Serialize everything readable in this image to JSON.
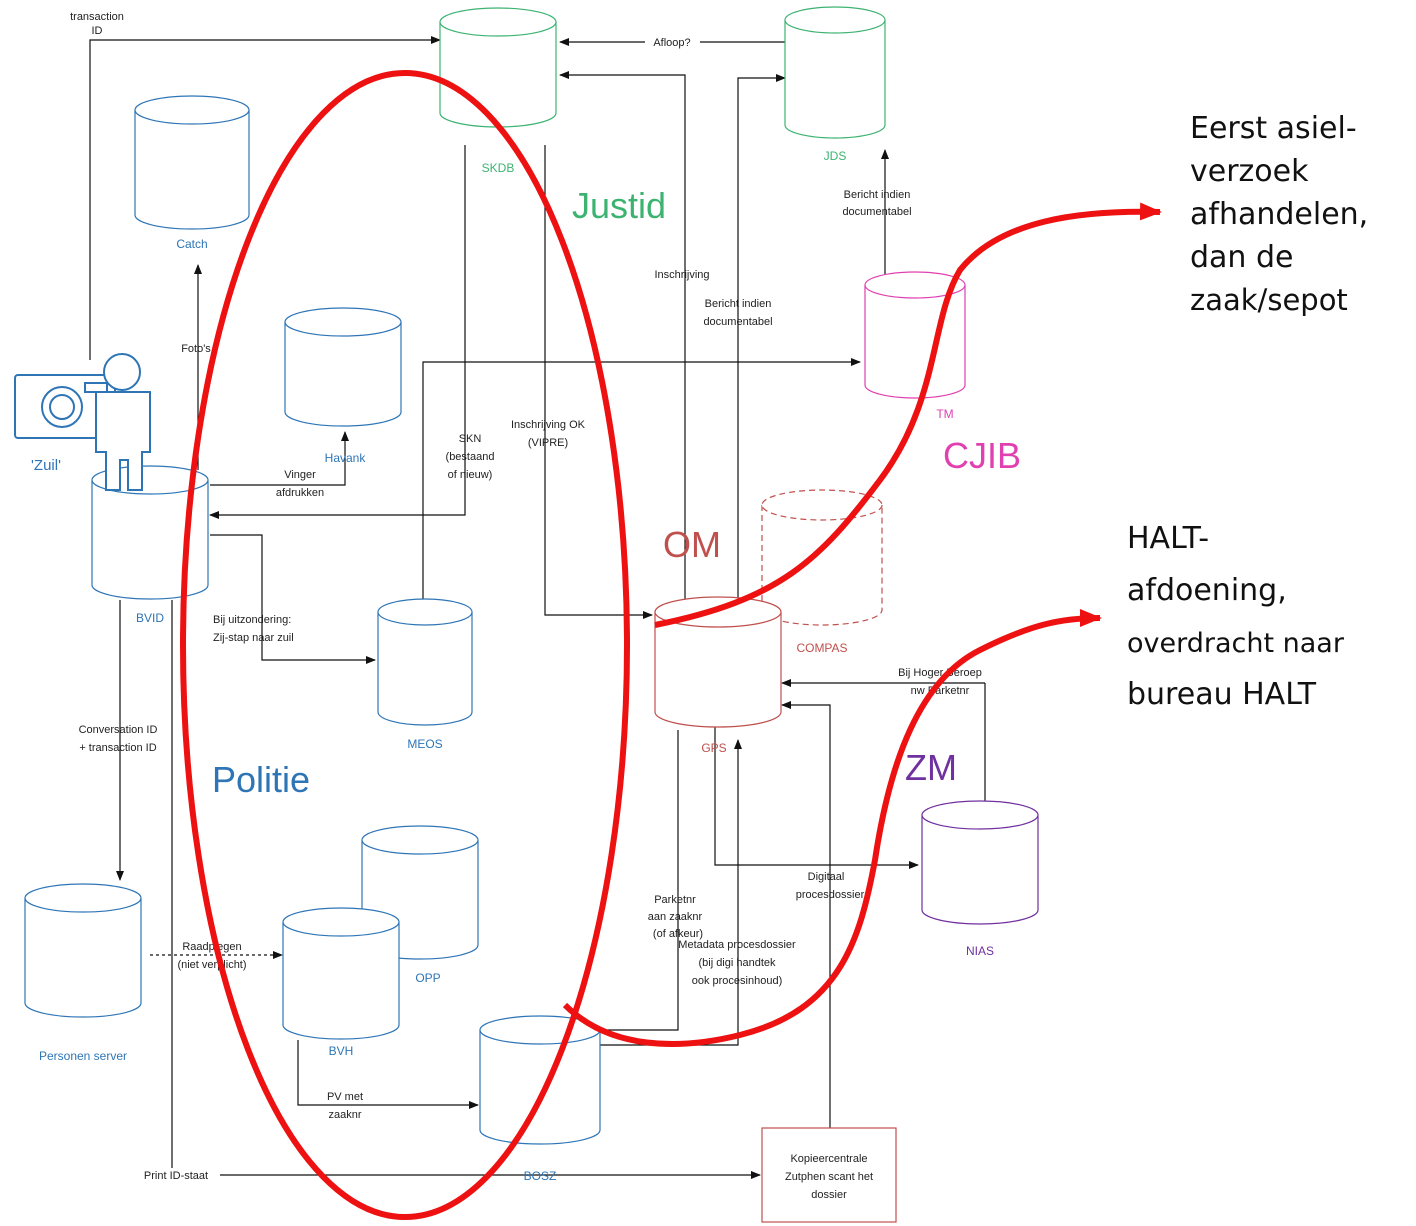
{
  "colors": {
    "politie": "#2e75b6",
    "justid": "#3cb371",
    "om": "#c0504d",
    "cjib": "#e040b0",
    "zm": "#7030a0",
    "annotation": "#ee1111",
    "arrow": "#111111"
  },
  "nodes": {
    "skdb": "SKDB",
    "jds": "JDS",
    "catch": "Catch",
    "havank": "Havank",
    "bvid": "BVID",
    "meos": "MEOS",
    "tm": "TM",
    "compas": "COMPAS",
    "gps": "GPS",
    "nias": "NIAS",
    "personen": "Personen server",
    "bvh": "BVH",
    "opp": "OPP",
    "bosz": "BOSZ",
    "zuil": "'Zuil'",
    "kopie": [
      "Kopieercentrale",
      "Zutphen scant het",
      "dossier"
    ]
  },
  "domains": {
    "justid": "Justid",
    "cjib": "CJIB",
    "om": "OM",
    "zm": "ZM",
    "politie": "Politie"
  },
  "edges": {
    "transaction_id": [
      "transaction",
      "ID"
    ],
    "afloop": "Afloop?",
    "fotos": "Foto's",
    "vinger": [
      "Vinger",
      "afdrukken"
    ],
    "skn": [
      "SKN",
      "(bestaand",
      "of nieuw)"
    ],
    "inschrijving_ok": [
      "Inschrijving OK",
      "(VIPRE)"
    ],
    "inschrijving": "Inschrijving",
    "bericht_tm": [
      "Bericht indien",
      "documentabel"
    ],
    "bericht_jds": [
      "Bericht indien",
      "documentabel"
    ],
    "uitzondering": [
      "Bij uitzondering:",
      "Zij-stap naar zuil"
    ],
    "hoger_beroep": [
      "Bij Hoger Beroep",
      "nw Parketnr"
    ],
    "conversation": [
      "Conversation ID",
      "+ transaction ID"
    ],
    "raadplegen": [
      "Raadplegen",
      "(niet verplicht)"
    ],
    "parketnr": [
      "Parketnr",
      "aan zaaknr",
      "(of afkeur)"
    ],
    "metadata": [
      "Metadata procesdossier",
      "(bij digi handtek",
      "ook procesinhoud)"
    ],
    "digitaal": [
      "Digitaal",
      "procesdossier"
    ],
    "pv": [
      "PV met",
      "zaaknr"
    ],
    "print": "Print ID-staat"
  },
  "annotations": {
    "asiel": [
      "Eerst asiel-",
      "verzoek",
      "afhandelen,",
      "dan de",
      "zaak/sepot"
    ],
    "halt": [
      "HALT-",
      "afdoening,",
      "overdracht naar",
      "bureau HALT"
    ]
  }
}
